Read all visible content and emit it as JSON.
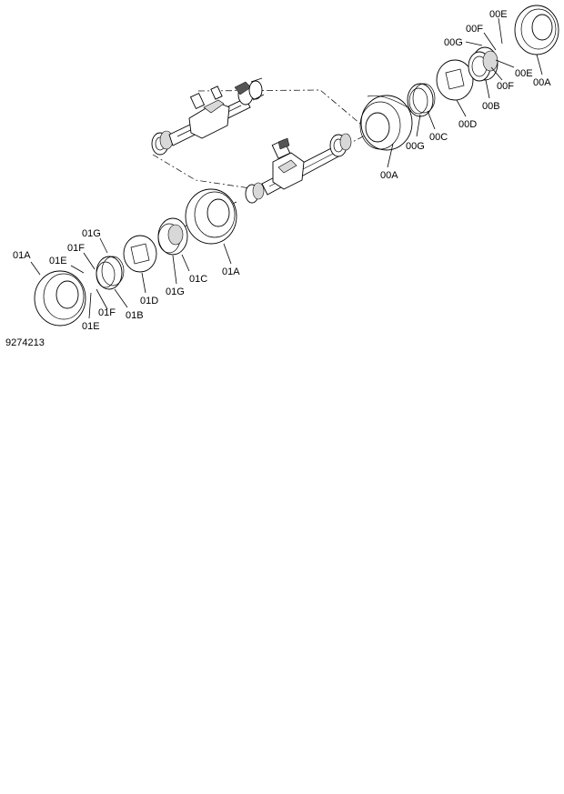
{
  "diagram": {
    "figure_number": "9274213",
    "callouts": {
      "front_tire": "00A",
      "front_tire_outer": "00A",
      "front_rim": "00B",
      "front_inner_ring": "00C",
      "front_spacer": "00D",
      "front_bolt_1": "00E",
      "front_bolt_2": "00E",
      "front_nut_1": "00F",
      "front_nut_2": "00F",
      "front_ring_1": "00G",
      "front_ring_2": "00G",
      "rear_tire_outer": "01A",
      "rear_tire_inner": "01A",
      "rear_rim": "01B",
      "rear_inner_ring": "01C",
      "rear_spacer": "01D",
      "rear_bolt_1": "01E",
      "rear_bolt_2": "01E",
      "rear_nut_1": "01F",
      "rear_nut_2": "01F",
      "rear_ring_1": "01G",
      "rear_ring_2": "01G"
    }
  }
}
